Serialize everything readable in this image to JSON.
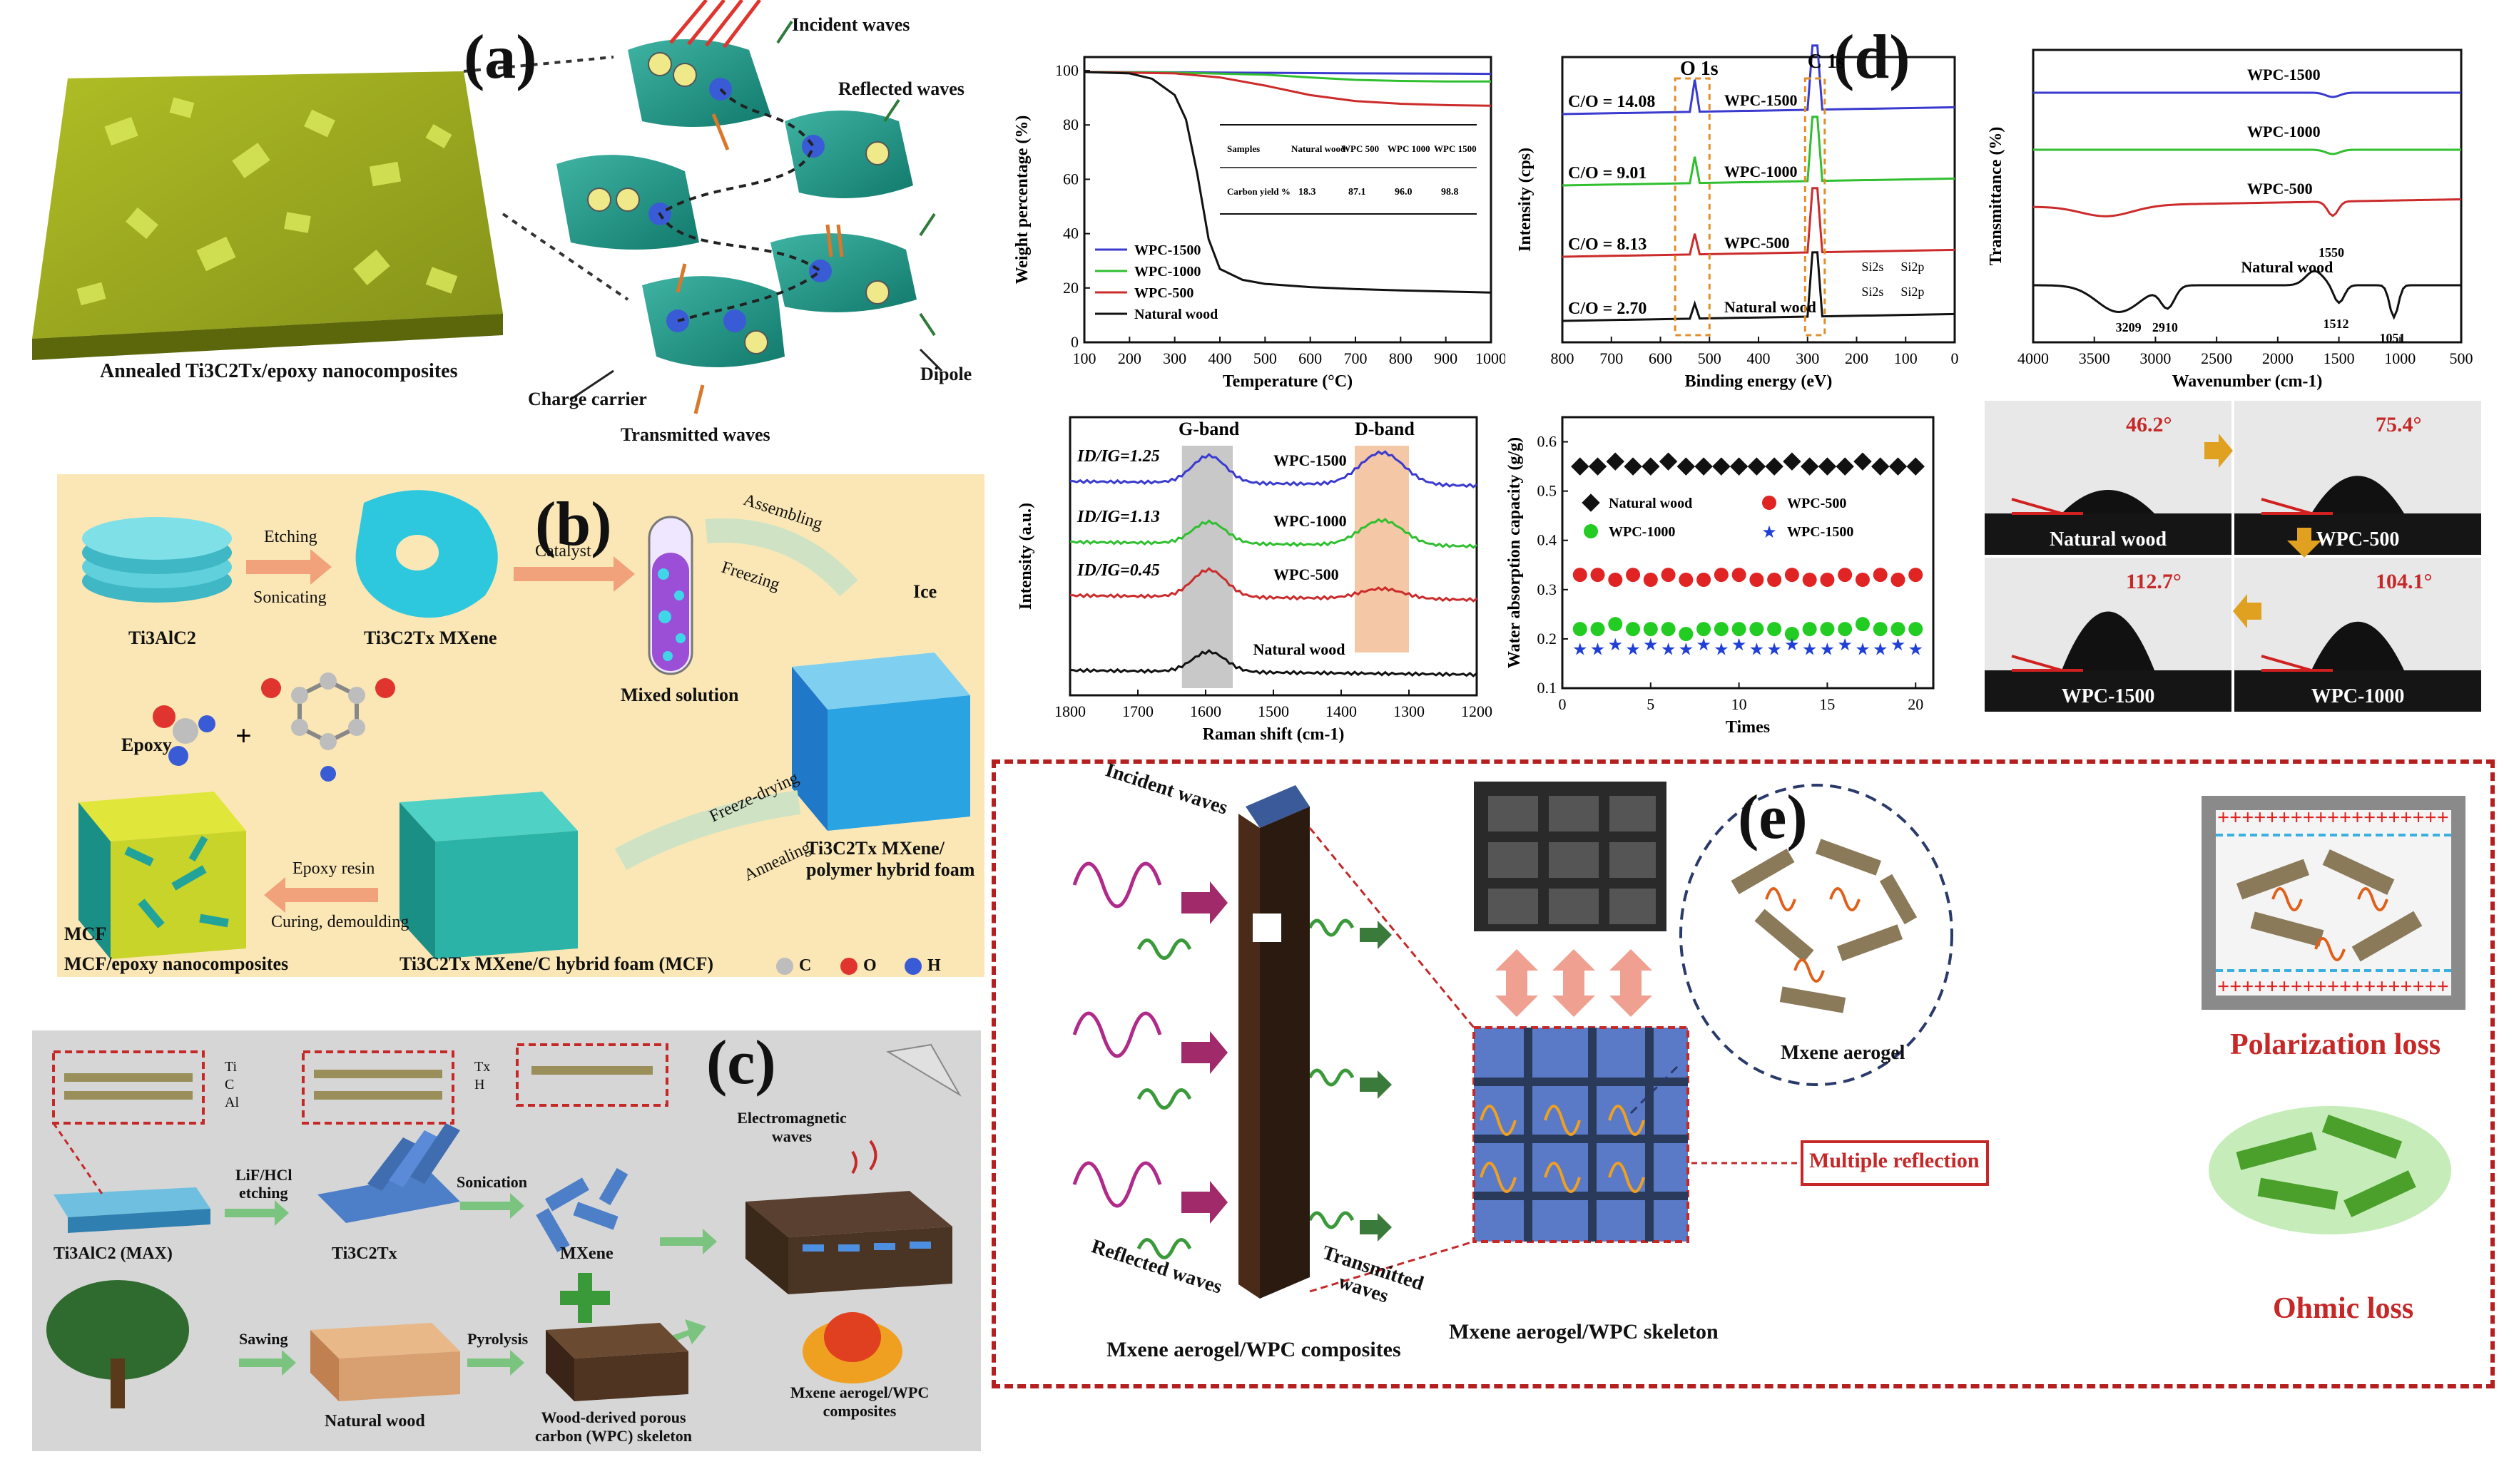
{
  "panel_a": {
    "letter": "(a)",
    "caption": "Annealed  Ti3C2Tx/epoxy nanocomposites",
    "labels": {
      "incident": "Incident waves",
      "reflected": "Reflected waves",
      "charge_carrier": "Charge carrier",
      "transmitted": "Transmitted waves",
      "dipole": "Dipole"
    }
  },
  "panel_b": {
    "letter": "(b)",
    "labels": {
      "ti3alc2": "Ti3AlC2",
      "etching": "Etching",
      "sonicating": "Sonicating",
      "mxene": "Ti3C2Tx MXene",
      "catalyst": "Catalyst",
      "mixed": "Mixed solution",
      "assembling": "Assembling",
      "freezing": "Freezing",
      "ice": "Ice",
      "hybrid_foam": "Ti3C2Tx MXene/ polymer hybrid foam",
      "freeze_drying": "Freeze-drying",
      "annealing": "Annealing",
      "mcf": "Ti3C2Tx MXene/C hybrid foam (MCF)",
      "epoxy_resin": "Epoxy resin",
      "curing": "Curing, demoulding",
      "epoxy": "Epoxy",
      "mcf_short": "MCF",
      "mcf_epoxy": "MCF/epoxy nanocomposites",
      "legend_c": "C",
      "legend_o": "O",
      "legend_h": "H"
    }
  },
  "panel_c": {
    "letter": "(c)",
    "labels": {
      "ti": "Ti",
      "c": "C",
      "al": "Al",
      "tx": "Tx",
      "h": "H",
      "lif": "LiF/HCl",
      "etching": "etching",
      "sonication": "Sonication",
      "em_waves": "Electromagnetic waves",
      "max": "Ti3AlC2 (MAX)",
      "ti3c2tx": "Ti3C2Tx",
      "mxene": "MXene",
      "sawing": "Sawing",
      "pyrolysis": "Pyrolysis",
      "natural_wood": "Natural wood",
      "wpc": "Wood-derived porous carbon (WPC) skeleton",
      "composite": "Mxene aerogel/WPC composites"
    }
  },
  "panel_d": {
    "letter": "(d)"
  },
  "panel_e": {
    "letter": "(e)",
    "labels": {
      "incident": "Incident waves",
      "reflected": "Reflected waves",
      "transmitted": "Transmitted waves",
      "composite": "Mxene aerogel/WPC composites",
      "skeleton": "Mxene aerogel/WPC skeleton",
      "aerogel": "Mxene aerogel",
      "multiple": "Multiple reflection",
      "polarization": "Polarization loss",
      "ohmic": "Ohmic loss"
    }
  },
  "chart_data": [
    {
      "type": "line",
      "id": "tga",
      "xlabel": "Temperature (°C)",
      "ylabel": "Weight percentage (%)",
      "xlim": [
        100,
        1000
      ],
      "ylim": [
        0,
        105
      ],
      "xticks": [
        100,
        200,
        300,
        400,
        500,
        600,
        700,
        800,
        900,
        1000
      ],
      "yticks": [
        0,
        20,
        40,
        60,
        80,
        100
      ],
      "legend_position": "bottom-left",
      "series": [
        {
          "name": "WPC-1500",
          "color": "#3a3acf",
          "x": [
            100,
            300,
            500,
            700,
            900,
            1000
          ],
          "y": [
            99.5,
            99.4,
            99.2,
            99.0,
            98.9,
            98.8
          ]
        },
        {
          "name": "WPC-1000",
          "color": "#2fbf2f",
          "x": [
            100,
            300,
            500,
            600,
            700,
            800,
            900,
            1000
          ],
          "y": [
            99.5,
            99.3,
            98.5,
            97.5,
            96.6,
            96.2,
            96.0,
            96.0
          ]
        },
        {
          "name": "WPC-500",
          "color": "#cc2b2b",
          "x": [
            100,
            300,
            400,
            500,
            600,
            700,
            800,
            900,
            1000
          ],
          "y": [
            99.5,
            99.0,
            97.5,
            94.5,
            91.0,
            88.8,
            87.8,
            87.3,
            87.1
          ]
        },
        {
          "name": "Natural wood",
          "color": "#111111",
          "x": [
            100,
            200,
            250,
            300,
            325,
            350,
            375,
            400,
            450,
            500,
            600,
            700,
            800,
            900,
            1000
          ],
          "y": [
            99.5,
            99,
            97,
            91,
            82,
            62,
            38,
            27,
            23,
            21.5,
            20.3,
            19.6,
            19.1,
            18.7,
            18.3
          ]
        }
      ],
      "inset_table": {
        "headers": [
          "Samples",
          "Natural wood",
          "WPC 500",
          "WPC 1000",
          "WPC 1500"
        ],
        "row_label": "Carbon yield %",
        "values": [
          "18.3",
          "87.1",
          "96.0",
          "98.8"
        ]
      }
    },
    {
      "type": "line",
      "id": "xps",
      "xlabel": "Binding energy (eV)",
      "ylabel": "Intensity (cps)",
      "xlim": [
        800,
        0
      ],
      "xticks": [
        800,
        700,
        600,
        500,
        400,
        300,
        200,
        100,
        0
      ],
      "peak_labels": [
        "O 1s",
        "C 1s",
        "Si2s",
        "Si2p",
        "Si2s",
        "Si2p"
      ],
      "series": [
        {
          "name": "WPC-1500",
          "color": "#3a3acf",
          "co_ratio": "C/O = 14.08"
        },
        {
          "name": "WPC-1000",
          "color": "#2fbf2f",
          "co_ratio": "C/O = 9.01"
        },
        {
          "name": "WPC-500",
          "color": "#cc2b2b",
          "co_ratio": "C/O = 8.13"
        },
        {
          "name": "Natural wood",
          "color": "#111111",
          "co_ratio": "C/O = 2.70"
        }
      ]
    },
    {
      "type": "line",
      "id": "ftir",
      "xlabel": "Wavenumber (cm-1)",
      "ylabel": "Transmittance (%)",
      "xlim": [
        4000,
        500
      ],
      "xticks": [
        4000,
        3500,
        3000,
        2500,
        2000,
        1500,
        1000,
        500
      ],
      "peak_labels": [
        "3209",
        "2910",
        "1550",
        "1512",
        "1051"
      ],
      "series": [
        {
          "name": "WPC-1500",
          "color": "#3a3acf"
        },
        {
          "name": "WPC-1000",
          "color": "#2fbf2f"
        },
        {
          "name": "WPC-500",
          "color": "#cc2b2b"
        },
        {
          "name": "Natural wood",
          "color": "#111111"
        }
      ]
    },
    {
      "type": "line",
      "id": "raman",
      "xlabel": "Raman shift (cm-1)",
      "ylabel": "Intensity (a.u.)",
      "xlim": [
        1800,
        1200
      ],
      "xticks": [
        1800,
        1700,
        1600,
        1500,
        1400,
        1300,
        1200
      ],
      "band_labels": [
        "G-band",
        "D-band"
      ],
      "series": [
        {
          "name": "WPC-1500",
          "color": "#3a3acf",
          "ratio": "ID/IG=1.25"
        },
        {
          "name": "WPC-1000",
          "color": "#2fbf2f",
          "ratio": "ID/IG=1.13"
        },
        {
          "name": "WPC-500",
          "color": "#cc2b2b",
          "ratio": "ID/IG=0.45"
        },
        {
          "name": "Natural wood",
          "color": "#111111"
        }
      ]
    },
    {
      "type": "scatter",
      "id": "water",
      "xlabel": "Times",
      "ylabel": "Water absorption capacity (g/g)",
      "xlim": [
        0,
        21
      ],
      "ylim": [
        0.1,
        0.65
      ],
      "xticks": [
        0,
        5,
        10,
        15,
        20
      ],
      "yticks": [
        0.1,
        0.2,
        0.3,
        0.4,
        0.5,
        0.6
      ],
      "legend_position": "top-center",
      "series": [
        {
          "name": "Natural wood",
          "marker": "diamond",
          "color": "#111111",
          "x": [
            1,
            2,
            3,
            4,
            5,
            6,
            7,
            8,
            9,
            10,
            11,
            12,
            13,
            14,
            15,
            16,
            17,
            18,
            19,
            20
          ],
          "y": [
            0.55,
            0.55,
            0.56,
            0.55,
            0.55,
            0.56,
            0.55,
            0.55,
            0.55,
            0.55,
            0.55,
            0.55,
            0.56,
            0.55,
            0.55,
            0.55,
            0.56,
            0.55,
            0.55,
            0.55
          ]
        },
        {
          "name": "WPC-500",
          "marker": "circle",
          "color": "#e02424",
          "x": [
            1,
            2,
            3,
            4,
            5,
            6,
            7,
            8,
            9,
            10,
            11,
            12,
            13,
            14,
            15,
            16,
            17,
            18,
            19,
            20
          ],
          "y": [
            0.33,
            0.33,
            0.32,
            0.33,
            0.32,
            0.33,
            0.32,
            0.32,
            0.33,
            0.33,
            0.32,
            0.32,
            0.33,
            0.32,
            0.32,
            0.33,
            0.32,
            0.33,
            0.32,
            0.33
          ]
        },
        {
          "name": "WPC-1000",
          "marker": "circle",
          "color": "#22cc22",
          "x": [
            1,
            2,
            3,
            4,
            5,
            6,
            7,
            8,
            9,
            10,
            11,
            12,
            13,
            14,
            15,
            16,
            17,
            18,
            19,
            20
          ],
          "y": [
            0.22,
            0.22,
            0.23,
            0.22,
            0.22,
            0.22,
            0.21,
            0.22,
            0.22,
            0.22,
            0.22,
            0.22,
            0.21,
            0.22,
            0.22,
            0.22,
            0.23,
            0.22,
            0.22,
            0.22
          ]
        },
        {
          "name": "WPC-1500",
          "marker": "star",
          "color": "#1f3fd6",
          "x": [
            1,
            2,
            3,
            4,
            5,
            6,
            7,
            8,
            9,
            10,
            11,
            12,
            13,
            14,
            15,
            16,
            17,
            18,
            19,
            20
          ],
          "y": [
            0.18,
            0.18,
            0.19,
            0.18,
            0.19,
            0.18,
            0.18,
            0.19,
            0.18,
            0.19,
            0.18,
            0.18,
            0.19,
            0.18,
            0.18,
            0.19,
            0.18,
            0.18,
            0.19,
            0.18
          ]
        }
      ]
    },
    {
      "type": "table",
      "id": "contact_angle",
      "cells": [
        {
          "sample": "Natural  wood",
          "angle": "46.2°"
        },
        {
          "sample": "WPC-500",
          "angle": "75.4°"
        },
        {
          "sample": "WPC-1500",
          "angle": "112.7°"
        },
        {
          "sample": "WPC-1000",
          "angle": "104.1°"
        }
      ]
    }
  ]
}
